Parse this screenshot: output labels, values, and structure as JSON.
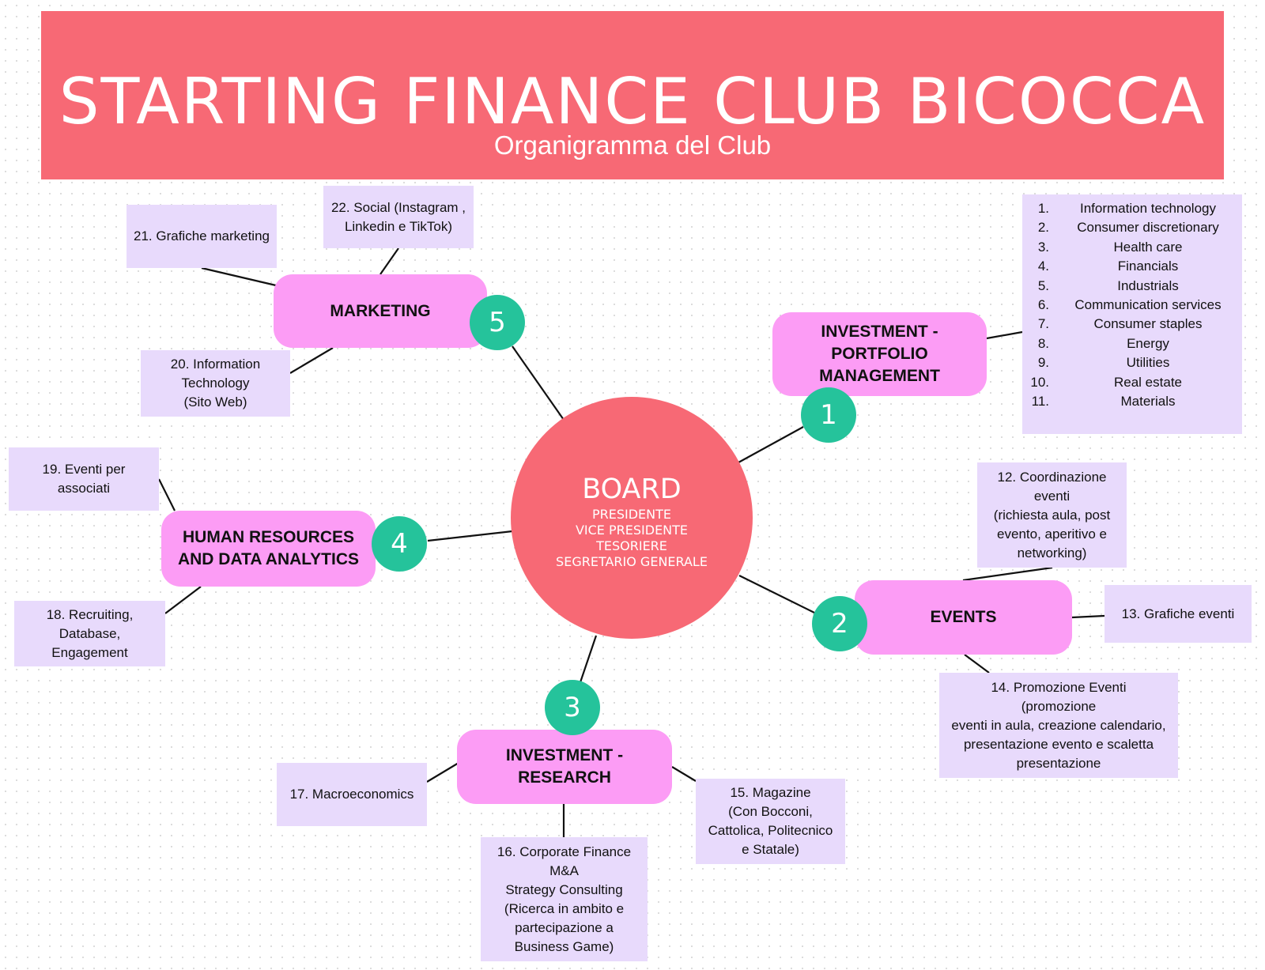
{
  "header": {
    "title": "STARTING FINANCE CLUB BICOCCA",
    "subtitle": "Organigramma  del Club"
  },
  "board": {
    "title": "BOARD",
    "roles": [
      "PRESIDENTE",
      "VICE PRESIDENTE",
      "TESORIERE",
      "SEGRETARIO GENERALE"
    ]
  },
  "departments": [
    {
      "number": "1",
      "name": "INVESTMENT - PORTFOLIO MANAGEMENT",
      "lines": [
        "INVESTMENT -",
        "PORTFOLIO",
        "MANAGEMENT"
      ]
    },
    {
      "number": "2",
      "name": "EVENTS",
      "lines": [
        "EVENTS"
      ]
    },
    {
      "number": "3",
      "name": "INVESTMENT - RESEARCH",
      "lines": [
        "INVESTMENT -",
        "RESEARCH"
      ]
    },
    {
      "number": "4",
      "name": "HUMAN RESOURCES AND DATA ANALYTICS",
      "lines": [
        "HUMAN RESOURCES",
        "AND DATA ANALYTICS"
      ]
    },
    {
      "number": "5",
      "name": "MARKETING",
      "lines": [
        "MARKETING"
      ]
    }
  ],
  "sectors": [
    {
      "index": "1.",
      "name": "Information technology"
    },
    {
      "index": "2.",
      "name": "Consumer discretionary"
    },
    {
      "index": "3.",
      "name": "Health care"
    },
    {
      "index": "4.",
      "name": "Financials"
    },
    {
      "index": "5.",
      "name": "Industrials"
    },
    {
      "index": "6.",
      "name": "Communication services"
    },
    {
      "index": "7.",
      "name": "Consumer staples"
    },
    {
      "index": "8.",
      "name": "Energy"
    },
    {
      "index": "9.",
      "name": "Utilities"
    },
    {
      "index": "10.",
      "name": "Real estate"
    },
    {
      "index": "11.",
      "name": "Materials"
    }
  ],
  "teams": {
    "t12": [
      "12. Coordinazione",
      "eventi",
      "(richiesta aula, post",
      "evento, aperitivo e",
      "networking)"
    ],
    "t13": [
      "13. Grafiche eventi"
    ],
    "t14": [
      "14. Promozione Eventi",
      "(promozione",
      "eventi in aula, creazione calendario,",
      "presentazione evento e scaletta",
      "presentazione"
    ],
    "t15": [
      "15. Magazine",
      "(Con Bocconi,",
      "Cattolica, Politecnico",
      "e Statale)"
    ],
    "t16": [
      "16. Corporate Finance",
      "M&A",
      "Strategy Consulting",
      "(Ricerca in ambito e",
      "partecipazione a",
      "Business Game)"
    ],
    "t17": [
      "17. Macroeconomics"
    ],
    "t18": [
      "18. Recruiting,",
      "Database,",
      "Engagement"
    ],
    "t19": [
      "19. Eventi per",
      "associati"
    ],
    "t20": [
      "20. Information",
      "Technology",
      "(Sito Web)"
    ],
    "t21": [
      "21. Grafiche marketing"
    ],
    "t22": [
      "22. Social (Instagram ,",
      "Linkedin e TikTok)"
    ]
  },
  "colors": {
    "banner": "#f76975",
    "board": "#f76975",
    "department": "#fc9cf5",
    "number_badge": "#25c39b",
    "team_box": "#e8dafc",
    "connector": "#111111"
  }
}
